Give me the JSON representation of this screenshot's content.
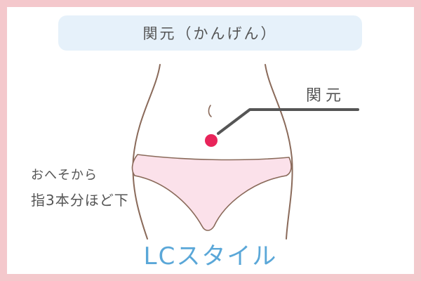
{
  "title": "関元（かんげん）",
  "point_label": "関元",
  "caption": {
    "line1": "おへそから",
    "line2": "指3本分ほど下"
  },
  "brand": "LCスタイル",
  "colors": {
    "border": "#f4c8cc",
    "title_bg": "#e6f1fa",
    "underwear": "#fbe1ea",
    "point": "#e8245a",
    "text": "#555555",
    "brand": "#5aa7d8"
  }
}
